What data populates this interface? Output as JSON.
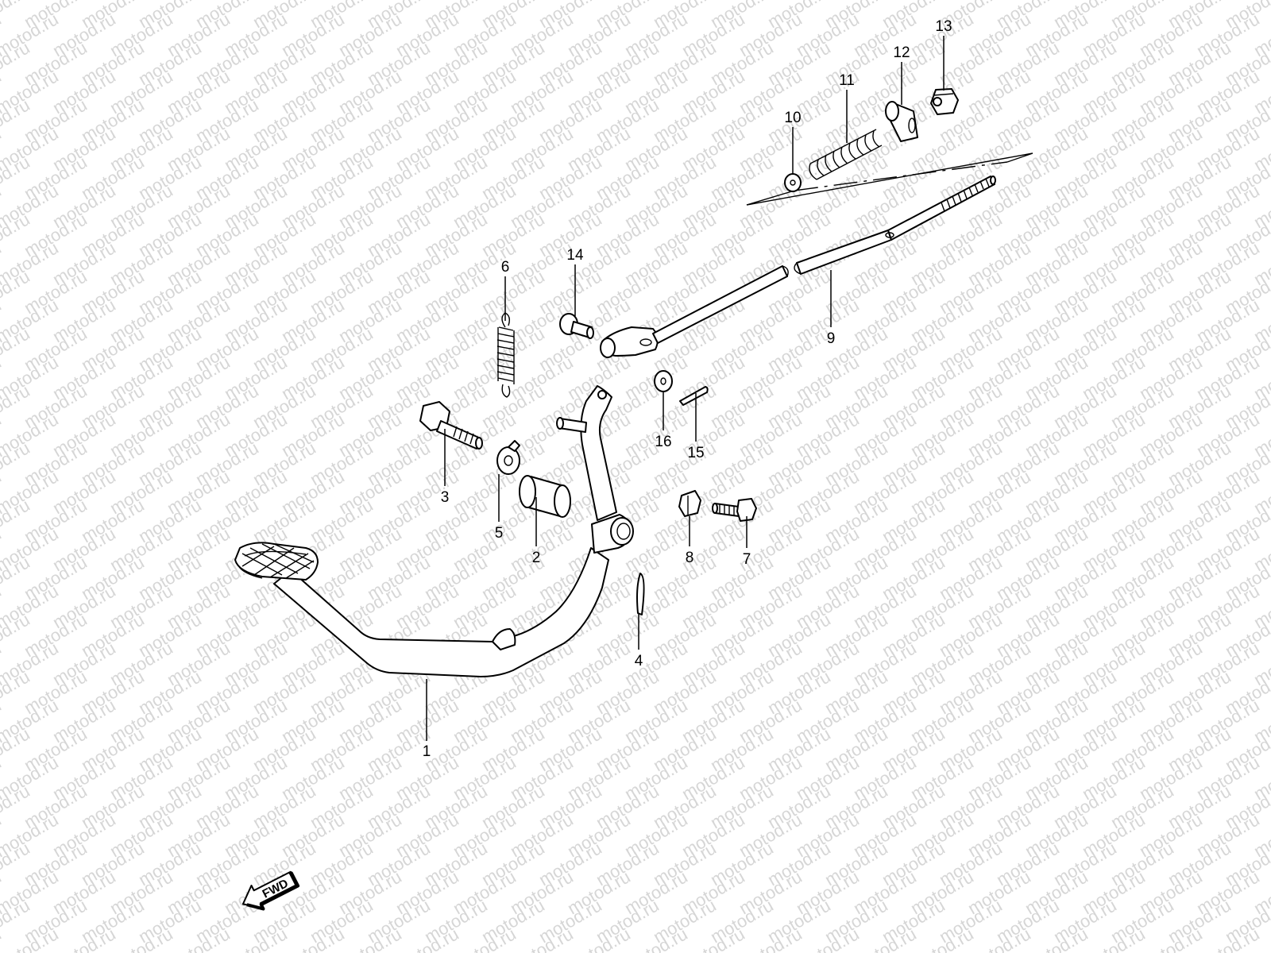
{
  "watermark": {
    "text": "motod.ru"
  },
  "fwd_label": "FWD",
  "callouts": [
    {
      "id": "1",
      "label": "1"
    },
    {
      "id": "2",
      "label": "2"
    },
    {
      "id": "3",
      "label": "3"
    },
    {
      "id": "4",
      "label": "4"
    },
    {
      "id": "5",
      "label": "5"
    },
    {
      "id": "6",
      "label": "6"
    },
    {
      "id": "7",
      "label": "7"
    },
    {
      "id": "8",
      "label": "8"
    },
    {
      "id": "9",
      "label": "9"
    },
    {
      "id": "10",
      "label": "10"
    },
    {
      "id": "11",
      "label": "11"
    },
    {
      "id": "12",
      "label": "12"
    },
    {
      "id": "13",
      "label": "13"
    },
    {
      "id": "14",
      "label": "14"
    },
    {
      "id": "15",
      "label": "15"
    },
    {
      "id": "16",
      "label": "16"
    }
  ]
}
